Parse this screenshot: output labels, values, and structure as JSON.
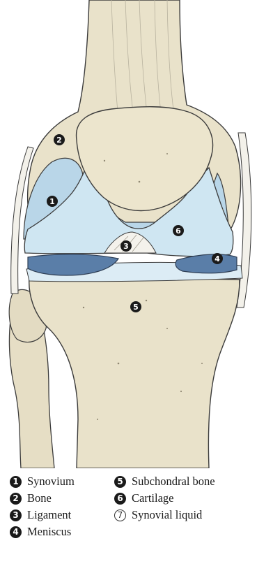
{
  "diagram": {
    "markers": [
      {
        "id": "marker-1",
        "number": "1"
      },
      {
        "id": "marker-2",
        "number": "2"
      },
      {
        "id": "marker-3",
        "number": "3"
      },
      {
        "id": "marker-4",
        "number": "4"
      },
      {
        "id": "marker-5",
        "number": "5"
      },
      {
        "id": "marker-6",
        "number": "6"
      }
    ]
  },
  "legend": {
    "items": [
      {
        "number": "1",
        "label": "Synovium",
        "style": "filled"
      },
      {
        "number": "2",
        "label": "Bone",
        "style": "filled"
      },
      {
        "number": "3",
        "label": "Ligament",
        "style": "filled"
      },
      {
        "number": "4",
        "label": "Meniscus",
        "style": "filled"
      },
      {
        "number": "5",
        "label": "Subchondral bone",
        "style": "filled"
      },
      {
        "number": "6",
        "label": "Cartilage",
        "style": "filled"
      },
      {
        "number": "7",
        "label": "Synovial liquid",
        "style": "outline"
      }
    ]
  },
  "colors": {
    "bone": "#e9e2ca",
    "bone_shadow": "#c9bf9f",
    "cartilage": "#cfe6f2",
    "meniscus": "#5a7ea8",
    "synovium": "#b9d6e8",
    "outline": "#3b3b3b"
  }
}
